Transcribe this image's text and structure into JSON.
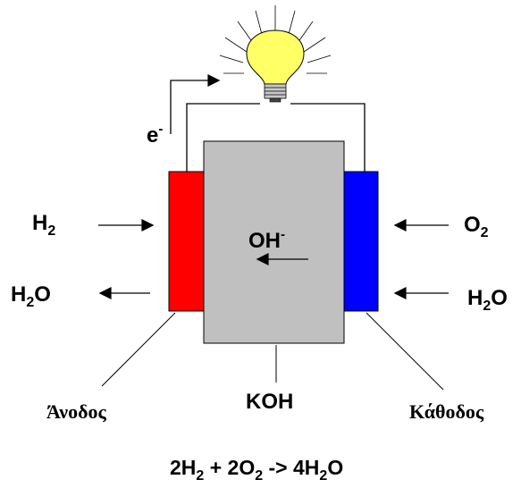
{
  "labels": {
    "electron": {
      "base": "e",
      "sup": "-"
    },
    "hydroxide": {
      "base": "OH",
      "sup": "-"
    },
    "h2_in": {
      "base": "H",
      "sub": "2"
    },
    "h2o_out": {
      "pre": "H",
      "sub": "2",
      "post": "O"
    },
    "o2_in": {
      "base": "O",
      "sub": "2"
    },
    "h2o_in": {
      "pre": "H",
      "sub": "2",
      "post": "O"
    },
    "anode": "Άνοδος",
    "electrolyte": "KOH",
    "cathode": "Κάθοδος",
    "equation": {
      "p1": "2H",
      "s1": "2",
      "p2": " + 2O",
      "s2": "2",
      "p3": " -> 4H",
      "s3": "2",
      "p4": "O"
    }
  },
  "colors": {
    "anode": "#ff0000",
    "cathode": "#0000ff",
    "electrolyte": "#c0c0c0",
    "bulb": "#ffff66",
    "wire": "#000000"
  },
  "icons": {
    "bulb": "light-bulb-icon"
  }
}
